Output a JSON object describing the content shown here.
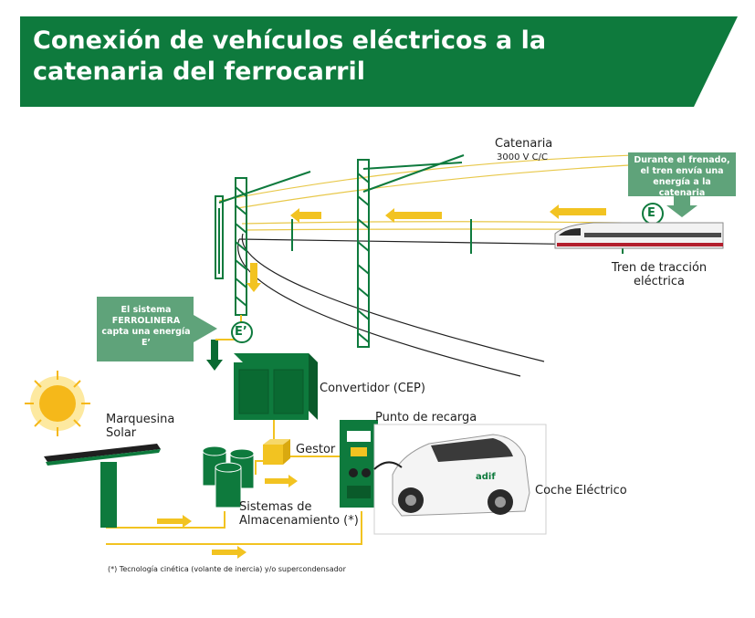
{
  "title": "Conexión de vehículos eléctricos a la catenaria del ferrocarril",
  "colors": {
    "green": "#0e7a3d",
    "dark_green": "#0a6a32",
    "callout_green": "#5fa37a",
    "yellow": "#f2c321",
    "line": "#1f1f1f"
  },
  "labels": {
    "catenaria": "Catenaria",
    "catenaria_voltage": "3000 V C/C",
    "frenado": "Durante el frenado, el tren envía una energía a la catenaria",
    "energy_e": "E",
    "energy_e_prime": "E’",
    "tren": "Tren de tracción eléctrica",
    "ferrolinera": "El sistema FERROLINERA capta una energía E’",
    "convertidor": "Convertidor (CEP)",
    "gestor": "Gestor",
    "marquesina": "Marquesina Solar",
    "punto_recarga": "Punto de recarga",
    "sistemas": "Sistemas de Almacenamiento (*)",
    "coche": "Coche Eléctrico",
    "car_brand": "adif",
    "footnote": "(*) Tecnología cinética (volante de inercia) y/o supercondensador"
  },
  "icons": [
    "sun-icon",
    "solar-panel-icon",
    "storage-cylinder-icon",
    "charger-icon",
    "train-icon",
    "car-icon",
    "arrow-icon"
  ]
}
